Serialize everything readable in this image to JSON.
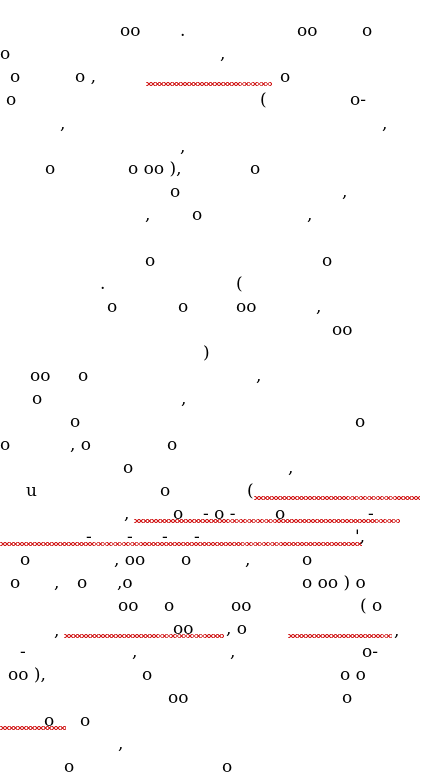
{
  "glyphs": [
    "oo",
    ".",
    "oo",
    "o",
    "o",
    ",",
    "o",
    "o ,",
    "o",
    "o",
    "(",
    "o-",
    ",",
    ",",
    ",",
    "o",
    "o oo ),",
    "o",
    "o",
    ",",
    ",",
    "o",
    ",",
    "o",
    "o",
    ".",
    "(",
    "o",
    "o",
    "oo",
    ",",
    "oo",
    ")",
    "oo",
    "o",
    ",",
    "o",
    ",",
    "o",
    "o",
    "o",
    ", o",
    "o",
    "o",
    ",",
    "u",
    "o",
    "(",
    ",",
    "o",
    "- o -",
    "o",
    "-",
    "-",
    "-",
    "-",
    "-",
    "',",
    "o",
    ", oo",
    "o",
    ",",
    "o",
    "o",
    ",",
    "o",
    ",o",
    "o oo ) o",
    "oo",
    "o",
    "oo",
    "( o",
    ",",
    "oo",
    ", o",
    ",",
    "-",
    ",",
    ",",
    "o-",
    "oo ),",
    "o",
    "o o",
    "oo",
    "o",
    "o",
    "o",
    ",",
    "o",
    "o"
  ],
  "colors": {
    "text": "#000000",
    "spellcheck_underline": "#d21e1e",
    "background": "#ffffff"
  }
}
